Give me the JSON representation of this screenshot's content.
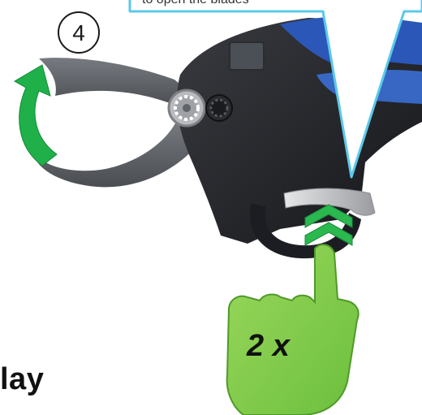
{
  "step": {
    "number": "4"
  },
  "callout": {
    "text": "to open the blades"
  },
  "gesture": {
    "press_count": "2 x"
  },
  "footer": {
    "partial_word": "lay"
  },
  "colors": {
    "tool_body": "#1e1f24",
    "tool_blue": "#2a57b8",
    "blade_gray": "#5b5e64",
    "callout_border": "#5bc8ea",
    "arrow_green": "#1fb04a",
    "hand_green": "#8bd14f"
  },
  "icons": [
    "open-arrow-icon",
    "double-chevron-up-icon",
    "pointing-hand-icon",
    "gear-icon"
  ]
}
